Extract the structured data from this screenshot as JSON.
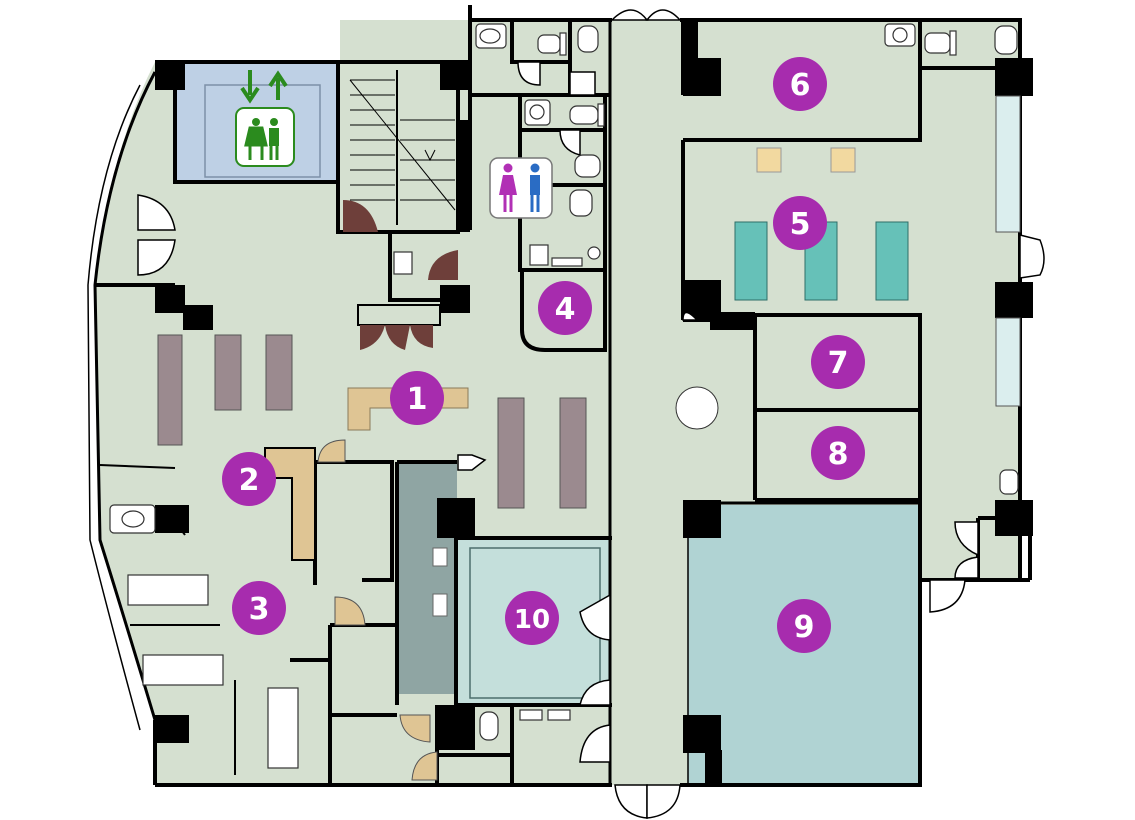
{
  "colors": {
    "floor": "#d5e0d0",
    "wall": "#000000",
    "elevator_lobby": "#bed0e5",
    "room_teal": "#b0d3d3",
    "room_teal_light": "#c4dfdb",
    "corridor_dark": "#8fa5a3",
    "marker": "#a72cae",
    "counter": "#dfc594",
    "shelf": "#9b8a8f",
    "bed": "#66c1b8",
    "door_brown": "#6e3f3a",
    "icon_green": "#2b8b1e",
    "icon_female": "#b130b5",
    "icon_male": "#2a6cc4"
  },
  "icons": {
    "elevator": "elevator-icon",
    "restroom": "restroom-icon"
  },
  "rooms": [
    {
      "id": "1",
      "label": "1"
    },
    {
      "id": "2",
      "label": "2"
    },
    {
      "id": "3",
      "label": "3"
    },
    {
      "id": "4",
      "label": "4"
    },
    {
      "id": "5",
      "label": "5"
    },
    {
      "id": "6",
      "label": "6"
    },
    {
      "id": "7",
      "label": "7"
    },
    {
      "id": "8",
      "label": "8"
    },
    {
      "id": "9",
      "label": "9"
    },
    {
      "id": "10",
      "label": "10"
    }
  ]
}
